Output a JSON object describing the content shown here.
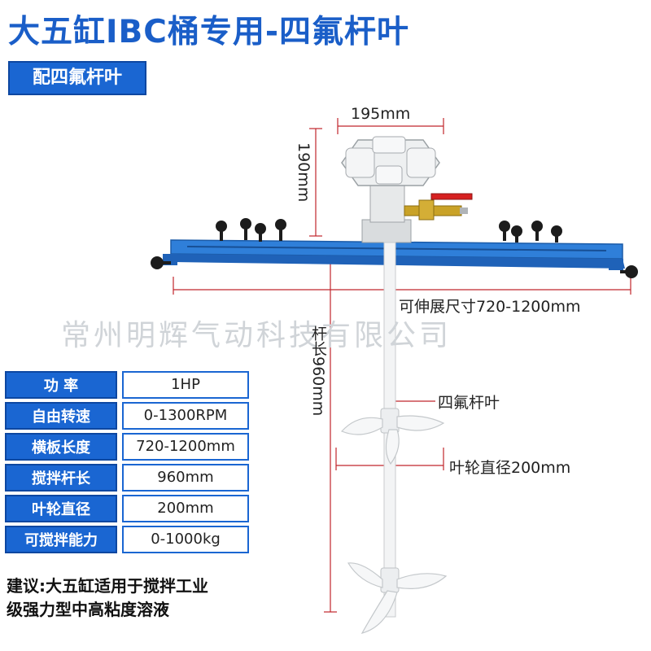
{
  "title": "大五缸IBC桶专用-四氟杆叶",
  "subtitle_badge": "配四氟杆叶",
  "watermark": "常州明辉气动科技有限公司",
  "dimensions": {
    "motor_width": "195mm",
    "motor_height": "190mm",
    "extend_size": "可伸展尺寸720-1200mm",
    "shaft_length": "杆长960mm",
    "blade_label": "四氟杆叶",
    "impeller_diameter": "叶轮直径200mm"
  },
  "specs": [
    {
      "label": "功 率",
      "value": "1HP"
    },
    {
      "label": "自由转速",
      "value": "0-1300RPM"
    },
    {
      "label": "横板长度",
      "value": "720-1200mm"
    },
    {
      "label": "搅拌杆长",
      "value": "960mm"
    },
    {
      "label": "叶轮直径",
      "value": "200mm"
    },
    {
      "label": "可搅拌能力",
      "value": "0-1000kg"
    }
  ],
  "note_lines": [
    "建议:大五缸适用于搅拌工业",
    "级强力型中高粘度溶液"
  ],
  "colors": {
    "brand_blue": "#1a66d2",
    "title_blue": "#1a5ec8",
    "bar_blue": "#2f7fd9",
    "valve_red": "#d62020",
    "brass": "#c9a227"
  }
}
